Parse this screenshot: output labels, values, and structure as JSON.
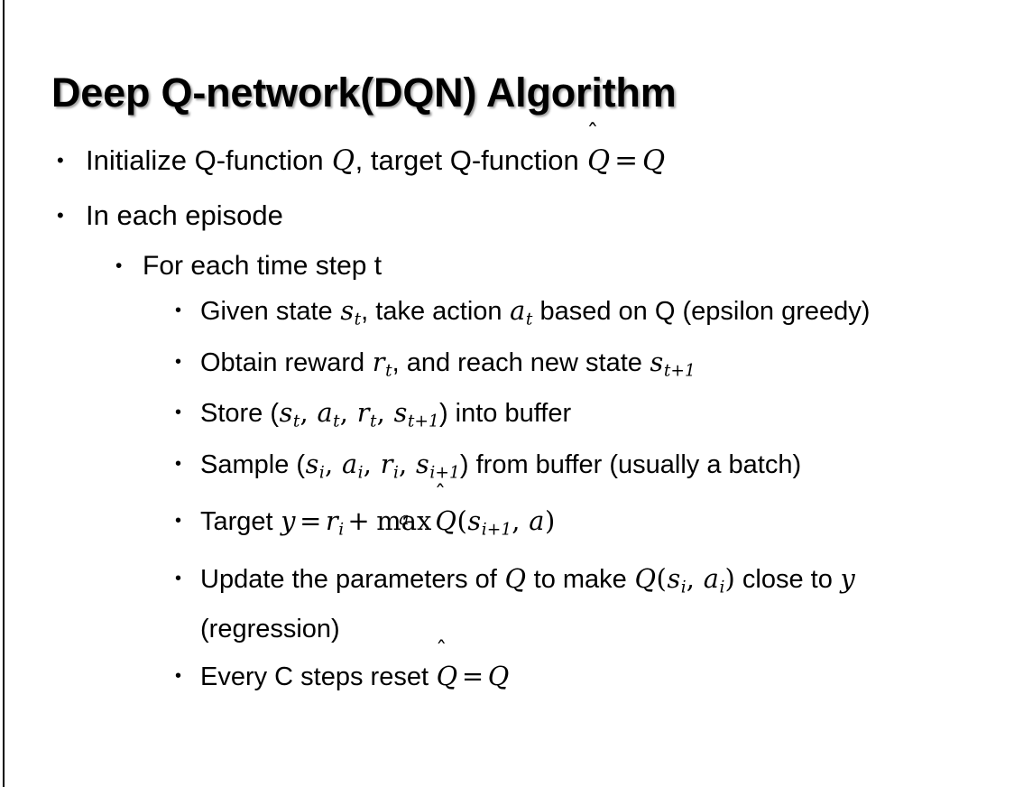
{
  "slide": {
    "title": "Deep Q-network(DQN) Algorithm",
    "background_color": "#ffffff",
    "text_color": "#000000",
    "left_rule_color": "#000000",
    "bullet_glyph": "•",
    "bullets": {
      "initialize": {
        "text_1": "Initialize Q-function ",
        "var_Q1": "Q",
        "text_2": ", target Q-function ",
        "var_Qhat": "Q",
        "hat": "̂",
        "equals": "=",
        "var_Q2": "Q"
      },
      "in_each_episode": "In each episode",
      "for_each_time_step": "For each time step t",
      "given_state": {
        "text_1": "Given state ",
        "var_s": "s",
        "sub_t": "t",
        "text_2": ", take action ",
        "var_a": "a",
        "sub_t2": "t",
        "text_3": " based on Q (epsilon greedy)"
      },
      "obtain_reward": {
        "text_1": "Obtain reward ",
        "var_r": "r",
        "sub_t": "t",
        "text_2": ", and reach new state ",
        "var_s": "s",
        "sub_t1": "t+1"
      },
      "store": {
        "text_1": "Store (",
        "var_s": "s",
        "sub_t": "t",
        "comma_1": ", ",
        "var_a": "a",
        "sub_t2": "t",
        "comma_2": ", ",
        "var_r": "r",
        "sub_t3": "t",
        "comma_3": ", ",
        "var_s2": "s",
        "sub_t4": "t+1",
        "text_2": ") into buffer"
      },
      "sample": {
        "text_1": "Sample (",
        "var_s": "s",
        "sub_i": "i",
        "comma_1": ", ",
        "var_a": "a",
        "sub_i2": "i",
        "comma_2": ", ",
        "var_r": "r",
        "sub_i3": "i",
        "comma_3": ", ",
        "var_s2": "s",
        "sub_i4": "i+1",
        "text_2": ") from buffer (usually a batch)"
      },
      "target": {
        "text_1": "Target ",
        "var_y": "y",
        "equals": "=",
        "var_r": "r",
        "sub_i": "i",
        "plus": "+",
        "op_max": "max",
        "op_limit": "a",
        "var_Qhat": "Q",
        "hat": "̂",
        "paren_open": "(",
        "var_s": "s",
        "sub_i1": "i+1",
        "comma": ", ",
        "var_a": "a",
        "paren_close": ")"
      },
      "update": {
        "text_1": "Update the parameters of ",
        "var_Q1": "Q",
        "text_2": " to make ",
        "var_Q2": "Q",
        "paren_open": "(",
        "var_s": "s",
        "sub_i": "i",
        "comma": ", ",
        "var_a": "a",
        "sub_i2": "i",
        "paren_close": ")",
        "text_3": " close to ",
        "var_y": "y",
        "text_4": " (regression)"
      },
      "reset": {
        "text_1": "Every C steps reset ",
        "var_Qhat": "Q",
        "hat": "̂",
        "equals": "=",
        "var_Q": "Q"
      }
    }
  }
}
